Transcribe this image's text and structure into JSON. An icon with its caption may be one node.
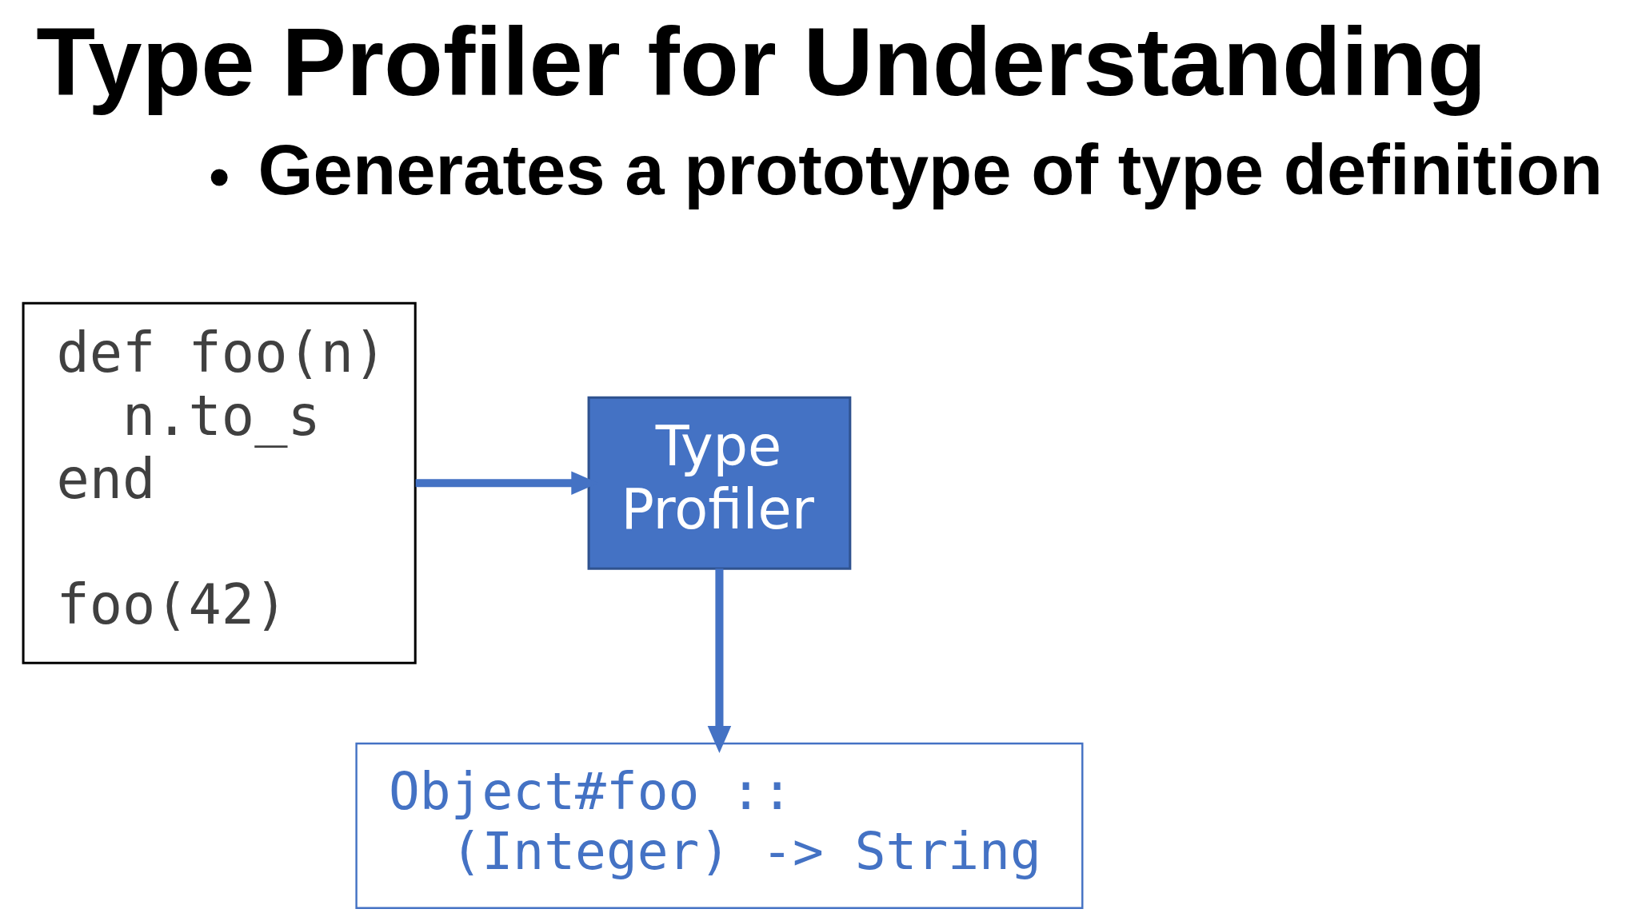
{
  "diagram": {
    "title": "Type Profiler for Understanding",
    "nodes": [
      {
        "text": [
          "def foo(n)",
          "n.to_s",
          "end",
          "foo(42)"
        ]
      },
      {
        "text": [
          "Type Profiler"
        ]
      },
      {
        "text": [
          "Object#foo ::",
          "(Integer) -> String"
        ]
      }
    ],
    "edges": [
      {
        "from": 0,
        "to": 1,
        "arrow": "to",
        "color": "#4472c4"
      },
      {
        "from": 1,
        "to": 2,
        "arrow": "to",
        "color": "#4472c4"
      }
    ],
    "labels": [
      "Generates a prototype of type definition"
    ]
  }
}
